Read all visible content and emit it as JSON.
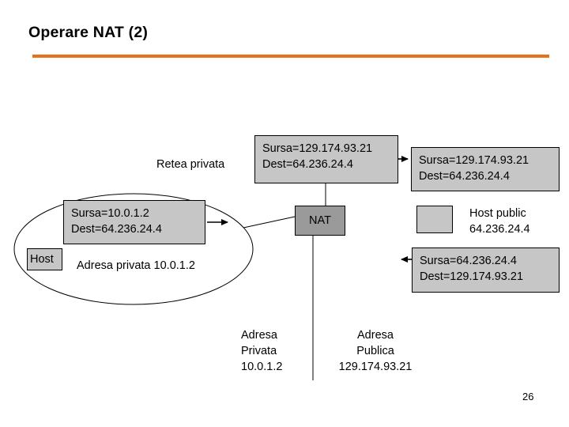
{
  "slide": {
    "title": "Operare NAT (2)",
    "page_number": "26",
    "accent_color": "#E8701A",
    "box_fill": "#C6C6C6",
    "nat_fill": "#9A9A9A"
  },
  "labels": {
    "retea_privata": "Retea privata",
    "adresa_privata_line1": "Adresa privata",
    "adresa_privata_line2": "10.0.1.2",
    "host": "Host",
    "nat": "NAT"
  },
  "legend": {
    "line1": "Host public",
    "line2": "64.236.24.4"
  },
  "packets": {
    "private_out": {
      "sursa": "Sursa=10.0.1.2",
      "dest": "Dest=64.236.24.4"
    },
    "translated_out": {
      "sursa": "Sursa=129.174.93.21",
      "dest": "Dest=64.236.24.4"
    },
    "public_in": {
      "sursa": "Sursa=129.174.93.21",
      "dest": "Dest=64.236.24.4"
    },
    "public_reply": {
      "sursa": "Sursa=64.236.24.4",
      "dest": "Dest=129.174.93.21"
    }
  },
  "nat_table": {
    "private": {
      "header1": "Adresa",
      "header2": "Privata",
      "value": "10.0.1.2"
    },
    "public": {
      "header1": "Adresa",
      "header2": "Publica",
      "value": "129.174.93.21"
    }
  }
}
